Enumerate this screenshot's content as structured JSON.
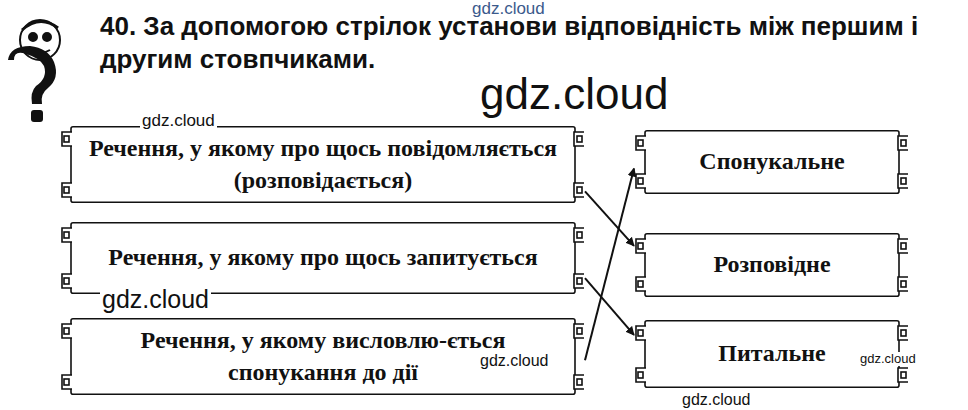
{
  "diagram": {
    "title": "40. За допомогою стрілок установи відповідність між першим і другим стовпчиками.",
    "nodes": [
      {
        "text": [
          "Речення, у якому про щось повідомляється (розповідається)"
        ]
      },
      {
        "text": [
          "Речення, у якому про щось запитується"
        ]
      },
      {
        "text": [
          "Речення, у якому висловлю-ється спонукання до дії"
        ]
      },
      {
        "text": [
          "Спонукальне"
        ]
      },
      {
        "text": [
          "Розповідне"
        ]
      },
      {
        "text": [
          "Питальне"
        ]
      }
    ],
    "edges": [
      {
        "from": 0,
        "to": 4,
        "arrow": "to"
      },
      {
        "from": 1,
        "to": 5,
        "arrow": "to"
      },
      {
        "from": 2,
        "to": 3,
        "arrow": "to"
      }
    ],
    "labels": [
      "gdz.cloud",
      "gdz.cloud",
      "gdz.cloud",
      "gdz.cloud",
      "gdz.cloud",
      "gdz.cloud",
      "gdz.cloud"
    ]
  }
}
